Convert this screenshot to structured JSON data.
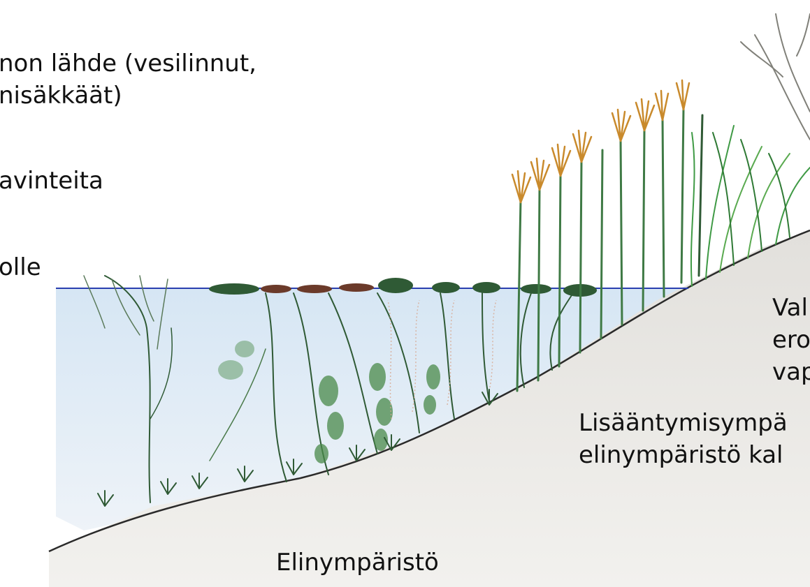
{
  "labels": {
    "top_left_line1": "non lähde (vesilinnut,",
    "top_left_line2": "nisäkkäät)",
    "nutrients": "avinteita",
    "lle": "olle",
    "right_mid_line1": "Val",
    "right_mid_line2": "ero",
    "right_mid_line3": "vap",
    "reproduction_line1": "Lisääntymisympä",
    "reproduction_line2": "elinympäristö kal",
    "habitat": "Elinympäristö"
  },
  "colors": {
    "water": "#dbe8f4",
    "water_line": "#2a3fb0",
    "shore": "#e8e6e2",
    "plant_dark": "#2f5a35",
    "plant_mid": "#3f8a3f",
    "reed_tops": "#c98a2c",
    "algae_pink": "#d8a890"
  }
}
